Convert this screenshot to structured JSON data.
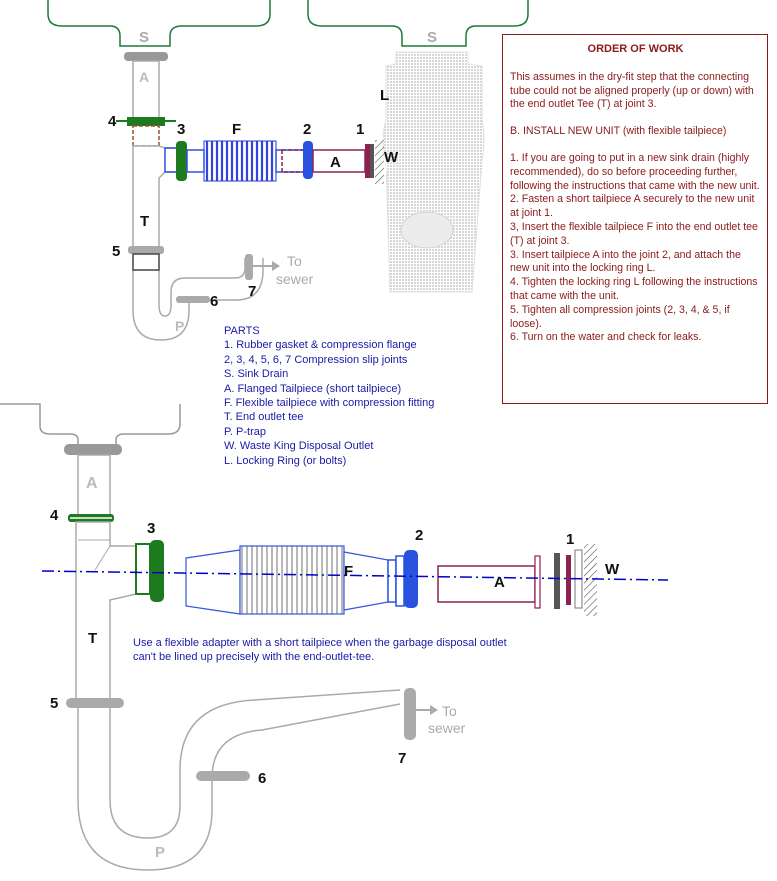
{
  "top_diagram": {
    "labels": {
      "sink_drain": "S",
      "disposal_sink": "S",
      "tailpiece_a": "A",
      "locking_ring": "L",
      "joint_4": "4",
      "joint_3": "3",
      "flex_f": "F",
      "joint_2": "2",
      "joint_1": "1",
      "tailpiece_a_side": "A",
      "outlet_w": "W",
      "tee_t": "T",
      "joint_5": "5",
      "joint_7": "7",
      "joint_6": "6",
      "trap_p": "P",
      "to_sewer_line1": "To",
      "to_sewer_line2": "sewer"
    }
  },
  "order_of_work": {
    "title": "ORDER OF WORK",
    "intro": "This assumes in the dry-fit step that the connecting tube could not be aligned properly (up or down) with the end outlet Tee (T) at joint 3.",
    "section": "B. INSTALL NEW UNIT (with flexible tailpiece)",
    "steps": [
      "1.  If you are going to put in a new sink drain (highly recommended), do so before proceeding further, following the instructions that came with the new unit.",
      "2.  Fasten a short tailpiece A securely to the new unit at joint 1.",
      "3,  Insert the flexible tailpiece F into the end outlet tee (T) at joint 3.",
      "3.  Insert tailpiece A into the joint 2, and attach the new unit into the locking ring L.",
      "4.  Tighten the locking ring L following the instructions that came with the unit.",
      "5.  Tighten all compression joints (2, 3, 4, & 5, if loose).",
      "6.  Turn on the water and check for leaks."
    ]
  },
  "parts": {
    "title": "PARTS",
    "items": [
      "1.  Rubber gasket & compression flange",
      "2, 3, 4, 5, 6, 7  Compression slip joints",
      "S.  Sink Drain",
      "A.  Flanged Tailpiece (short tailpiece)",
      "F.  Flexible tailpiece with compression fitting",
      "T.  End outlet tee",
      "P.  P-trap",
      "W.  Waste King Disposal Outlet",
      "L.  Locking Ring (or bolts)"
    ]
  },
  "bottom_diagram": {
    "labels": {
      "tailpiece_a": "A",
      "joint_4": "4",
      "joint_3": "3",
      "joint_2": "2",
      "flex_f": "F",
      "tailpiece_a_side": "A",
      "joint_1": "1",
      "outlet_w": "W",
      "tee_t": "T",
      "joint_5": "5",
      "joint_7": "7",
      "joint_6": "6",
      "trap_p": "P",
      "to_sewer_line1": "To",
      "to_sewer_line2": "sewer"
    },
    "note": "Use a flexible adapter with a short tailpiece when the garbage disposal outlet can't be lined up precisely with the end-outlet-tee."
  },
  "colors": {
    "pipe_gray": "#9a9a9a",
    "green_fitting": "#1e7a1e",
    "blue_fitting": "#2a52e0",
    "maroon_pipe": "#8b2252",
    "center_line": "#0000cc",
    "text_blue": "#1a1aa6",
    "order_red": "#8b1a1a"
  }
}
